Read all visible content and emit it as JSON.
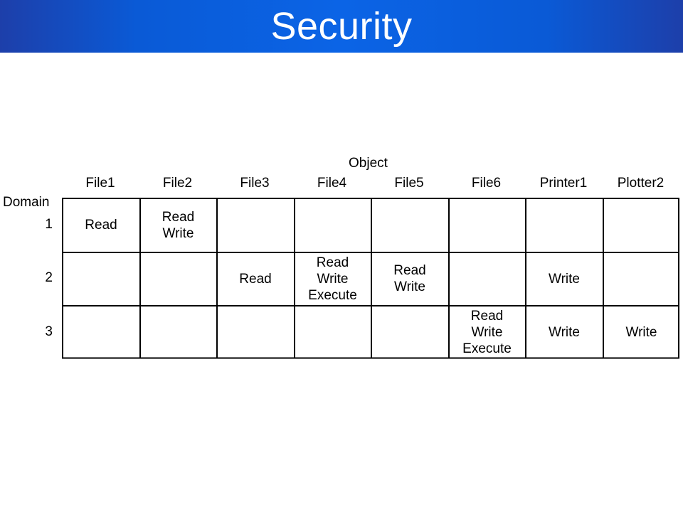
{
  "title": "Security",
  "matrix": {
    "object_label": "Object",
    "domain_label": "Domain",
    "columns": [
      "File1",
      "File2",
      "File3",
      "File4",
      "File5",
      "File6",
      "Printer1",
      "Plotter2"
    ],
    "rows": [
      {
        "label": "1",
        "cells": [
          [
            "Read"
          ],
          [
            "Read",
            "Write"
          ],
          [],
          [],
          [],
          [],
          [],
          []
        ]
      },
      {
        "label": "2",
        "cells": [
          [],
          [],
          [
            "Read"
          ],
          [
            "Read",
            "Write",
            "Execute"
          ],
          [
            "Read",
            "Write"
          ],
          [],
          [
            "Write"
          ],
          []
        ]
      },
      {
        "label": "3",
        "cells": [
          [],
          [],
          [],
          [],
          [],
          [
            "Read",
            "Write",
            "Execute"
          ],
          [
            "Write"
          ],
          [
            "Write"
          ]
        ]
      }
    ]
  }
}
